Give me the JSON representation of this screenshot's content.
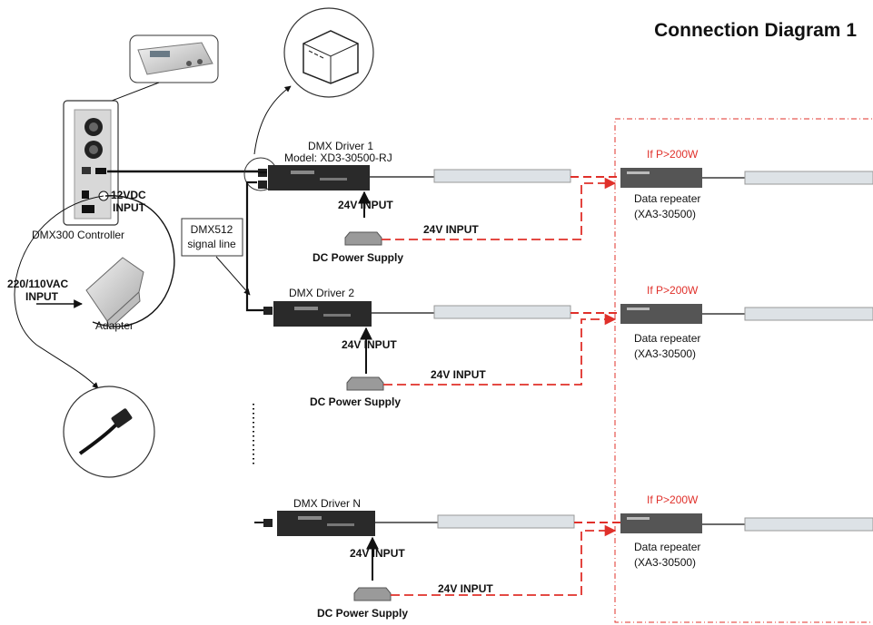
{
  "title": "Connection Diagram 1",
  "controller": {
    "label": "DMX300 Controller",
    "dc_input": [
      "12VDC",
      "INPUT"
    ]
  },
  "mains": {
    "input": [
      "220/110VAC",
      "INPUT"
    ],
    "adapter": "Adapter"
  },
  "signal_line": [
    "DMX512",
    "signal line"
  ],
  "rows": [
    {
      "driver": "DMX Driver 1",
      "model": "Model: XD3-30500-RJ",
      "driver_input": "24V INPUT",
      "repeater_input": "24V INPUT",
      "supply": "DC Power Supply",
      "condition": "If P>200W",
      "repeater": "Data repeater",
      "repeater_model": "(XA3-30500)"
    },
    {
      "driver": "DMX Driver 2",
      "model": "",
      "driver_input": "24V INPUT",
      "repeater_input": "24V INPUT",
      "supply": "DC Power Supply",
      "condition": "If P>200W",
      "repeater": "Data repeater",
      "repeater_model": "(XA3-30500)"
    },
    {
      "driver": "DMX Driver N",
      "model": "",
      "driver_input": "24V INPUT",
      "repeater_input": "24V INPUT",
      "supply": "DC Power Supply",
      "condition": "If P>200W",
      "repeater": "Data repeater",
      "repeater_model": "(XA3-30500)"
    }
  ],
  "colors": {
    "line": "#111111",
    "accent": "#e0302a",
    "device": "#2a2a2a",
    "strip": "#dde2e6"
  }
}
